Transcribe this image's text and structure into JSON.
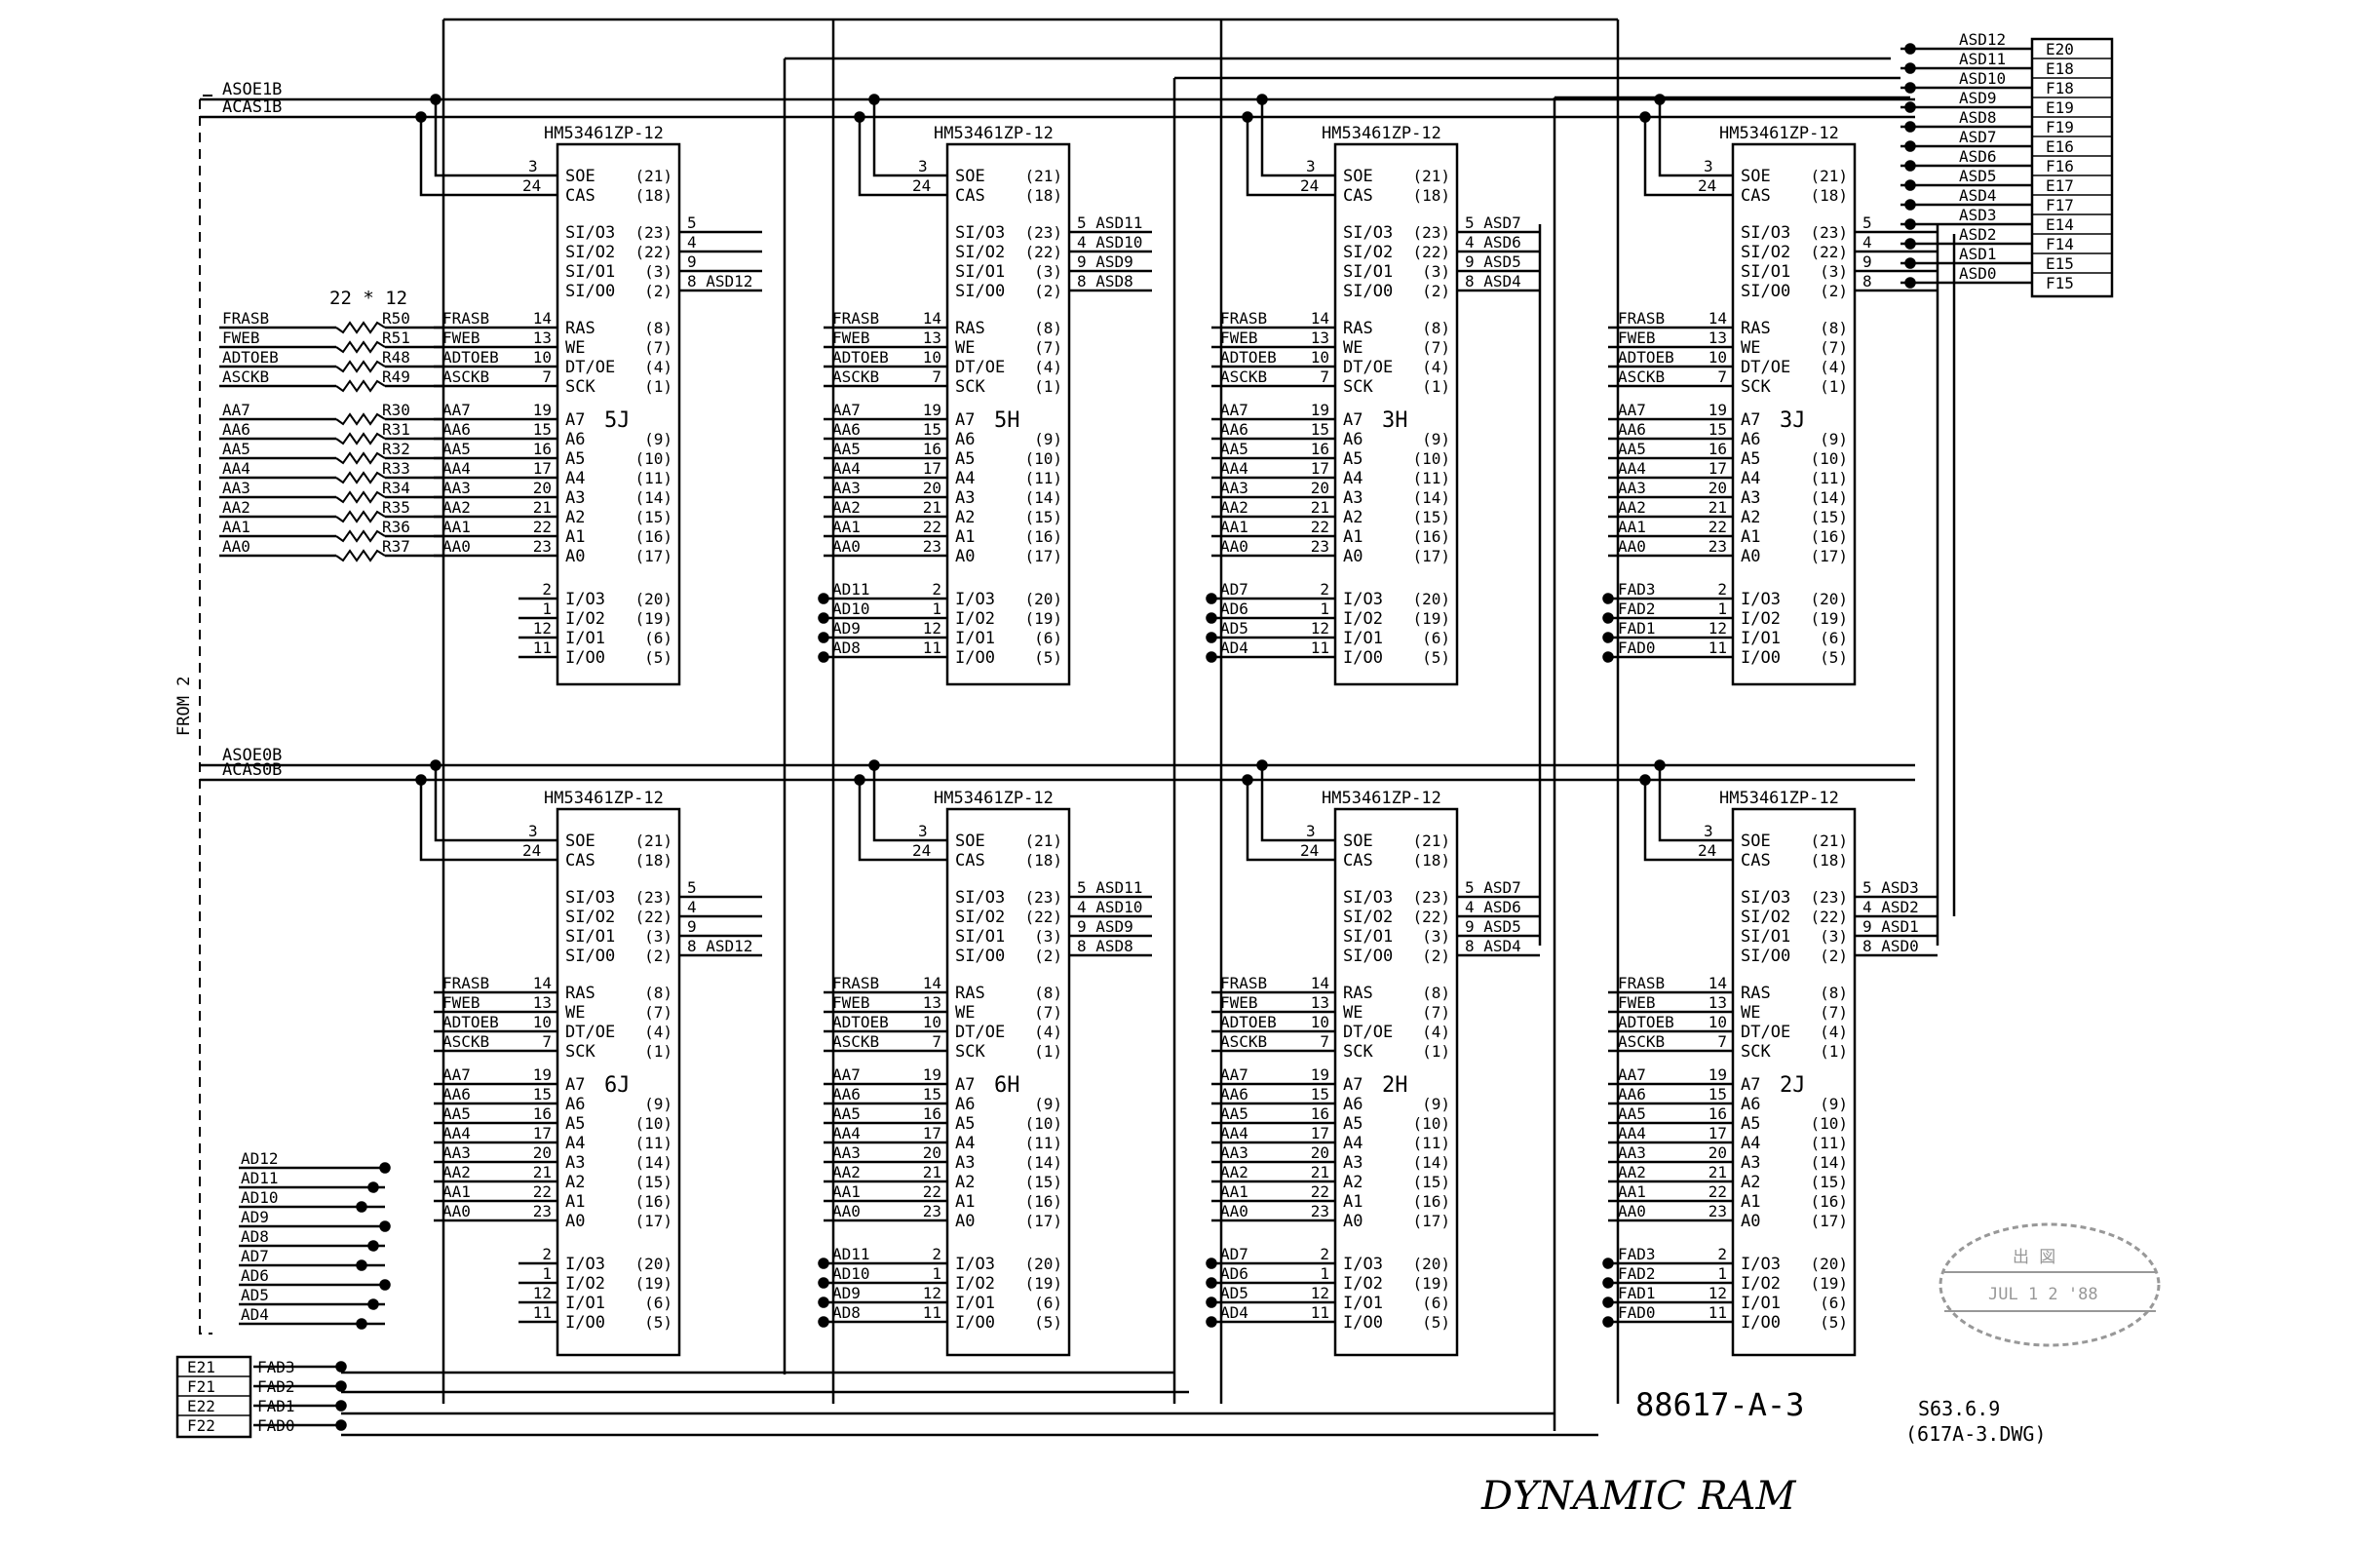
{
  "sheet": {
    "drawing_number": "88617-A-3",
    "date": "S63.6.9",
    "file": "(617A-3.DWG)",
    "handwritten_title": "DYNAMIC RAM",
    "from_label": "FROM 2",
    "resistor_note": "22 * 12",
    "stamp": {
      "line1": "出 図",
      "line2": "JUL 1 2 '88"
    }
  },
  "top_bus": [
    "ASOE1B",
    "ACAS1B"
  ],
  "bottom_bus": [
    "ASOE0B",
    "ACAS0B"
  ],
  "resistors": [
    {
      "net": "FRASB",
      "ref": "R50"
    },
    {
      "net": "FWEB",
      "ref": "R51"
    },
    {
      "net": "ADTOEB",
      "ref": "R48"
    },
    {
      "net": "ASCKB",
      "ref": "R49"
    },
    {
      "net": "AA7",
      "ref": "R30"
    },
    {
      "net": "AA6",
      "ref": "R31"
    },
    {
      "net": "AA5",
      "ref": "R32"
    },
    {
      "net": "AA4",
      "ref": "R33"
    },
    {
      "net": "AA3",
      "ref": "R34"
    },
    {
      "net": "AA2",
      "ref": "R35"
    },
    {
      "net": "AA1",
      "ref": "R36"
    },
    {
      "net": "AA0",
      "ref": "R37"
    }
  ],
  "chip_part": "HM53461ZP-12",
  "pins": {
    "soe": {
      "num": "3",
      "name": "SOE",
      "pkg": "(21)"
    },
    "cas": {
      "num": "24",
      "name": "CAS",
      "pkg": "(18)"
    },
    "si": [
      {
        "name": "SI/O3",
        "pkg": "(23)",
        "num": "5"
      },
      {
        "name": "SI/O2",
        "pkg": "(22)",
        "num": "4"
      },
      {
        "name": "SI/O1",
        "pkg": "(3)",
        "num": "9"
      },
      {
        "name": "SI/O0",
        "pkg": "(2)",
        "num": "8"
      }
    ],
    "ctl": [
      {
        "net": "FRASB",
        "num": "14",
        "name": "RAS",
        "pkg": "(8)"
      },
      {
        "net": "FWEB",
        "num": "13",
        "name": "WE",
        "pkg": "(7)"
      },
      {
        "net": "ADTOEB",
        "num": "10",
        "name": "DT/OE",
        "pkg": "(4)"
      },
      {
        "net": "ASCKB",
        "num": "7",
        "name": "SCK",
        "pkg": "(1)"
      }
    ],
    "addr": [
      {
        "net": "AA7",
        "num": "19",
        "name": "A7",
        "pkg": ""
      },
      {
        "net": "AA6",
        "num": "15",
        "name": "A6",
        "pkg": "(9)"
      },
      {
        "net": "AA5",
        "num": "16",
        "name": "A5",
        "pkg": "(10)"
      },
      {
        "net": "AA4",
        "num": "17",
        "name": "A4",
        "pkg": "(11)"
      },
      {
        "net": "AA3",
        "num": "20",
        "name": "A3",
        "pkg": "(14)"
      },
      {
        "net": "AA2",
        "num": "21",
        "name": "A2",
        "pkg": "(15)"
      },
      {
        "net": "AA1",
        "num": "22",
        "name": "A1",
        "pkg": "(16)"
      },
      {
        "net": "AA0",
        "num": "23",
        "name": "A0",
        "pkg": "(17)"
      }
    ],
    "io": [
      {
        "num": "2",
        "name": "I/O3",
        "pkg": "(20)"
      },
      {
        "num": "1",
        "name": "I/O2",
        "pkg": "(19)"
      },
      {
        "num": "12",
        "name": "I/O1",
        "pkg": "(6)"
      },
      {
        "num": "11",
        "name": "I/O0",
        "pkg": "(5)"
      }
    ]
  },
  "chips": [
    {
      "ref": "5J",
      "io": [
        "",
        "",
        "",
        ""
      ],
      "so": [
        "",
        "",
        "",
        "ASD12"
      ]
    },
    {
      "ref": "5H",
      "io": [
        "AD11",
        "AD10",
        "AD9",
        "AD8"
      ],
      "so": [
        "ASD11",
        "ASD10",
        "ASD9",
        "ASD8"
      ]
    },
    {
      "ref": "3H",
      "io": [
        "AD7",
        "AD6",
        "AD5",
        "AD4"
      ],
      "so": [
        "ASD7",
        "ASD6",
        "ASD5",
        "ASD4"
      ]
    },
    {
      "ref": "3J",
      "io": [
        "FAD3",
        "FAD2",
        "FAD1",
        "FAD0"
      ],
      "so": [
        "",
        "",
        "",
        ""
      ]
    },
    {
      "ref": "6J",
      "io": [
        "",
        "",
        "",
        ""
      ],
      "so": [
        "",
        "",
        "",
        "ASD12"
      ]
    },
    {
      "ref": "6H",
      "io": [
        "AD11",
        "AD10",
        "AD9",
        "AD8"
      ],
      "so": [
        "ASD11",
        "ASD10",
        "ASD9",
        "ASD8"
      ]
    },
    {
      "ref": "2H",
      "io": [
        "AD7",
        "AD6",
        "AD5",
        "AD4"
      ],
      "so": [
        "ASD7",
        "ASD6",
        "ASD5",
        "ASD4"
      ]
    },
    {
      "ref": "2J",
      "io": [
        "FAD3",
        "FAD2",
        "FAD1",
        "FAD0"
      ],
      "so": [
        "ASD3",
        "ASD2",
        "ASD1",
        "ASD0"
      ]
    }
  ],
  "connector_right": [
    {
      "net": "ASD12",
      "pin": "E20"
    },
    {
      "net": "ASD11",
      "pin": "E18"
    },
    {
      "net": "ASD10",
      "pin": "F18"
    },
    {
      "net": "ASD9",
      "pin": "E19"
    },
    {
      "net": "ASD8",
      "pin": "F19"
    },
    {
      "net": "ASD7",
      "pin": "E16"
    },
    {
      "net": "ASD6",
      "pin": "F16"
    },
    {
      "net": "ASD5",
      "pin": "E17"
    },
    {
      "net": "ASD4",
      "pin": "F17"
    },
    {
      "net": "ASD3",
      "pin": "E14"
    },
    {
      "net": "ASD2",
      "pin": "F14"
    },
    {
      "net": "ASD1",
      "pin": "E15"
    },
    {
      "net": "ASD0",
      "pin": "F15"
    }
  ],
  "ad_bus": [
    "AD12",
    "AD11",
    "AD10",
    "AD9",
    "AD8",
    "AD7",
    "AD6",
    "AD5",
    "AD4"
  ],
  "connector_left": [
    {
      "pin": "E21",
      "net": "FAD3"
    },
    {
      "pin": "F21",
      "net": "FAD2"
    },
    {
      "pin": "E22",
      "net": "FAD1"
    },
    {
      "pin": "F22",
      "net": "FAD0"
    }
  ]
}
